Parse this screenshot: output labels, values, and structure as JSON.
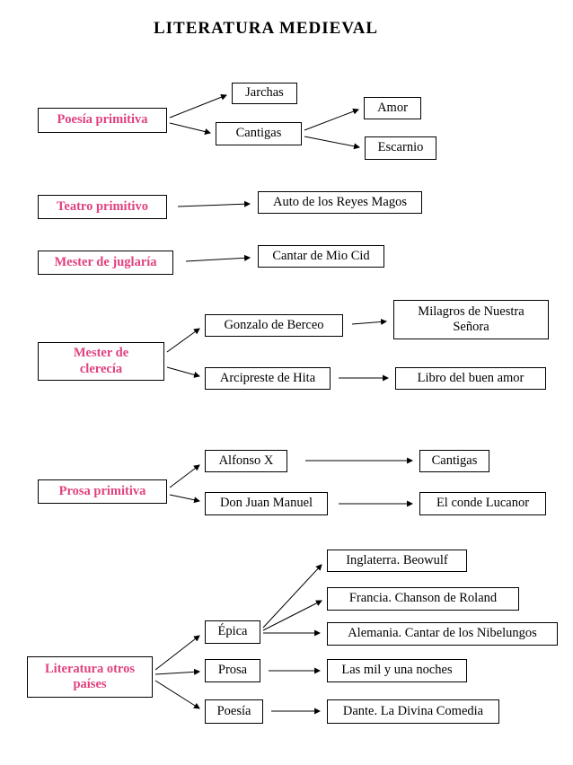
{
  "title": "LITERATURA MEDIEVAL",
  "colors": {
    "category_text": "#e0417f",
    "box_border": "#000000",
    "text": "#000000",
    "background": "#ffffff"
  },
  "nodes": {
    "poesia_primitiva": "Poesía primitiva",
    "jarchas": "Jarchas",
    "cantigas": "Cantigas",
    "amor": "Amor",
    "escarnio": "Escarnio",
    "teatro_primitivo": "Teatro primitivo",
    "auto_reyes_magos": "Auto de los Reyes Magos",
    "mester_juglaria": "Mester de juglaría",
    "cantar_mio_cid": "Cantar de Mio Cid",
    "mester_clerecia": "Mester de\nclerecía",
    "gonzalo_berceo": "Gonzalo de Berceo",
    "milagros_senora": "Milagros de Nuestra\nSeñora",
    "arcipreste_hita": "Arcipreste de Hita",
    "libro_buen_amor": "Libro del buen amor",
    "prosa_primitiva": "Prosa primitiva",
    "alfonso_x": "Alfonso X",
    "cantigas_alfonso": "Cantigas",
    "don_juan_manuel": "Don Juan Manuel",
    "conde_lucanor": "El conde Lucanor",
    "literatura_otros": "Literatura otros\npaíses",
    "epica": "Épica",
    "prosa": "Prosa",
    "poesia": "Poesía",
    "inglaterra_beowulf": "Inglaterra. Beowulf",
    "francia_roland": "Francia. Chanson de Roland",
    "alemania_nibelungos": "Alemania. Cantar de los Nibelungos",
    "mil_y_una_noches": "Las mil y una noches",
    "dante_comedia": "Dante. La Divina Comedia"
  }
}
